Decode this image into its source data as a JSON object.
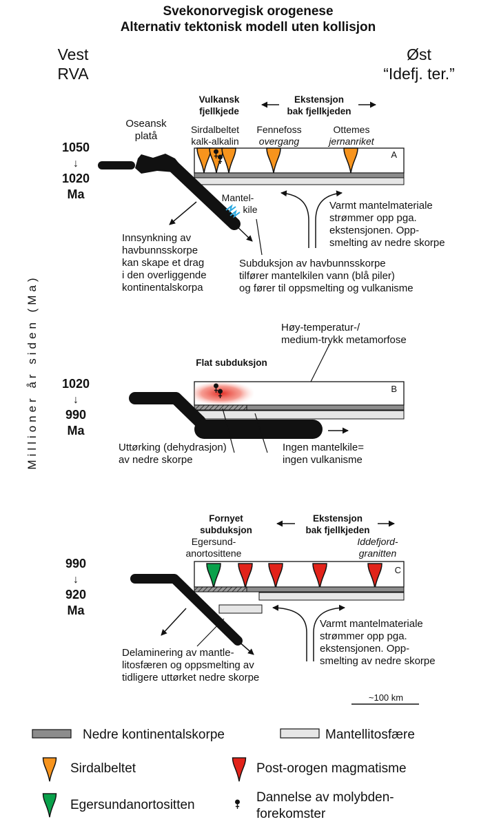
{
  "title": "Svekonorvegisk orogenese",
  "subtitle": "Alternativ tektonisk modell uten kollisjon",
  "west": {
    "line1": "Vest",
    "line2": "RVA"
  },
  "east": {
    "line1": "Øst",
    "line2": "“Idefj. ter.”"
  },
  "vertical_axis_label": "Millioner år siden (Ma)",
  "panel_a": {
    "letter": "A",
    "time_start": "1050",
    "arrow": "↓",
    "time_end": "1020",
    "unit": "Ma",
    "oceanic_plateau": [
      "Oseansk",
      "platå"
    ],
    "volcanic_chain": [
      "Vulkansk",
      "fjellkjede"
    ],
    "extension": [
      "Ekstensjon",
      "bak fjellkjeden"
    ],
    "sirdal": [
      "Sirdalbeltet",
      "kalk-alkalin"
    ],
    "fennefoss": [
      "Fennefoss",
      "overgang"
    ],
    "ottemes": [
      "Ottemes",
      "jernanriket"
    ],
    "mantle_wedge": [
      "Mantel-",
      "kile"
    ],
    "warm_mantle": [
      "Varmt mantelmateriale",
      "strømmer opp pga.",
      "ekstensjonen. Opp-",
      "smelting av nedre skorpe"
    ],
    "sinking": [
      "Innsynkning av",
      "havbunnsskorpe",
      "kan skape et drag",
      "i den overliggende",
      "kontinentalskorpa"
    ],
    "subduction_note": [
      "Subduksjon av havbunnsskorpe",
      "tilfører mantelkilen vann (blå piler)",
      "og fører til oppsmelting og vulkanisme"
    ]
  },
  "panel_b": {
    "letter": "B",
    "time_start": "1020",
    "arrow": "↓",
    "time_end": "990",
    "unit": "Ma",
    "flat_subduction": "Flat subduksjon",
    "metamorphism": [
      "Høy-temperatur-/",
      "medium-trykk metamorfose"
    ],
    "dehydration": [
      "Uttørking (dehydrasjon)",
      "av nedre skorpe"
    ],
    "no_wedge": [
      "Ingen mantelkile=",
      "ingen vulkanisme"
    ]
  },
  "panel_c": {
    "letter": "C",
    "time_start": "990",
    "arrow": "↓",
    "time_end": "920",
    "unit": "Ma",
    "renewed": [
      "Fornyet",
      "subduksjon"
    ],
    "extension": [
      "Ekstensjon",
      "bak fjellkjeden"
    ],
    "egersund": [
      "Egersund-",
      "anortosittene"
    ],
    "iddefjord": [
      "Iddefjord-",
      "granitten"
    ],
    "warm_mantle": [
      "Varmt mantelmateriale",
      "strømmer opp pga.",
      "ekstensjonen. Opp-",
      "smelting av nedre skorpe"
    ],
    "delamination": [
      "Delaminering av mantle-",
      "litosfæren og oppsmelting av",
      "tidligere uttørket nedre skorpe"
    ]
  },
  "scale": "~100 km",
  "legend": {
    "lower_crust": "Nedre kontinentalskorpe",
    "mantle_lithosphere": "Mantellitosfære",
    "sirdal": "Sirdalbeltet",
    "post_orogenic": "Post-orogen magmatisme",
    "egersund": "Egersundanortositten",
    "molybdenum": [
      "Dannelse av molybden-",
      "forekomster"
    ]
  },
  "colors": {
    "orange": "#f7941d",
    "red": "#e2231a",
    "green": "#0aa14b",
    "crust_gray": "#8c8c8c",
    "mantle_gray": "#e6e6e6",
    "slab": "#111111",
    "water_blue": "#29a8e0"
  }
}
